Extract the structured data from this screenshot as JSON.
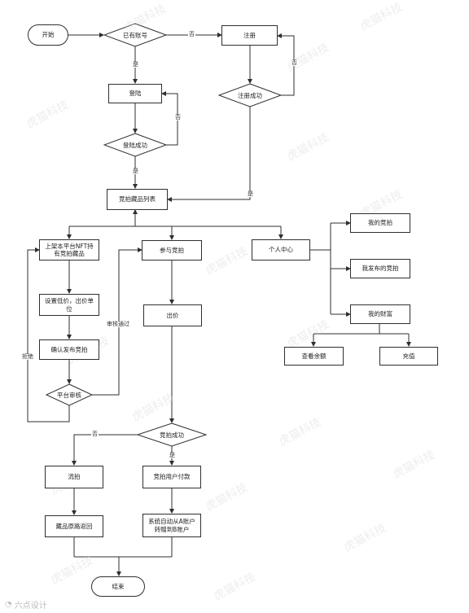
{
  "nodes": {
    "start": "开始",
    "has_account": "已有账号",
    "register": "注册",
    "login": "登陆",
    "register_success": "注册成功",
    "login_success": "登陆成功",
    "auction_list": "竞拍藏品列表",
    "list_nft": "上架本平台NFT持有竞拍藏品",
    "join_auction": "参与竞拍",
    "personal_center": "个人中心",
    "my_bids": "我的竞拍",
    "my_published": "我发布的竞拍",
    "my_wealth": "我的财富",
    "check_balance": "查看余额",
    "recharge": "充值",
    "set_price": "设置低价，出价单位",
    "confirm_publish": "确认发布竞拍",
    "platform_review": "平台审核",
    "bid": "出价",
    "auction_success": "竞拍成功",
    "failed_auction": "流拍",
    "user_pay": "竞拍用户付款",
    "returned": "藏品原路返回",
    "auto_transfer": "系统自动从A账户转赠到B账户",
    "end": "结束"
  },
  "edges": {
    "yes": "是",
    "no": "否",
    "reject": "拒绝",
    "approved": "审核通过"
  },
  "watermark": "虎猫科技",
  "footer": "六点设计",
  "colors": {
    "stroke": "#2f2f2f",
    "background": "#ffffff"
  }
}
